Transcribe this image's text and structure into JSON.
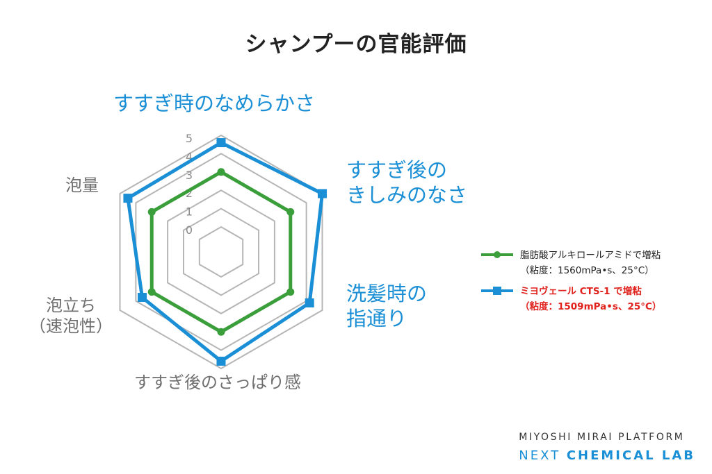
{
  "title": "シャンプーの官能評価",
  "chart_data": {
    "type": "radar",
    "title": "シャンプーの官能評価",
    "axes": [
      {
        "lines": [
          "すすぎ時のなめらかさ"
        ],
        "highlight": true
      },
      {
        "lines": [
          "すすぎ後の",
          "きしみのなさ"
        ],
        "highlight": true
      },
      {
        "lines": [
          "洗髪時の",
          "指通り"
        ],
        "highlight": true
      },
      {
        "lines": [
          "すすぎ後のさっぱり感"
        ],
        "highlight": false
      },
      {
        "lines": [
          "泡立ち",
          "（速泡性）"
        ],
        "highlight": false
      },
      {
        "lines": [
          "泡量"
        ],
        "highlight": false
      }
    ],
    "scale_labels": [
      "0",
      "1",
      "2",
      "3",
      "4",
      "5"
    ],
    "range": [
      0,
      5
    ],
    "series": [
      {
        "lines": [
          "脂肪酸アルキロールアミドで増粘",
          "（粘度：1560mPa•s、25°C）"
        ],
        "marker": "circle",
        "color": "#3a9e3a",
        "label_color": "#222222",
        "values": [
          3,
          3,
          3,
          3,
          3,
          3
        ]
      },
      {
        "lines": [
          "ミヨヴェール CTS-1 で増粘",
          "（粘度：1509mPa•s、25°C）"
        ],
        "marker": "square",
        "color": "#1a8fd6",
        "label_color": "#e0211c",
        "values": [
          4.6,
          5,
          4.2,
          4.6,
          3.6,
          4.5
        ]
      }
    ],
    "grid_color": "#b5b5b5"
  },
  "brand": {
    "top": "MIYOSHI MIRAI PLATFORM",
    "bottom_1": "NEXT ",
    "bottom_2": "CHEMICAL LAB"
  }
}
